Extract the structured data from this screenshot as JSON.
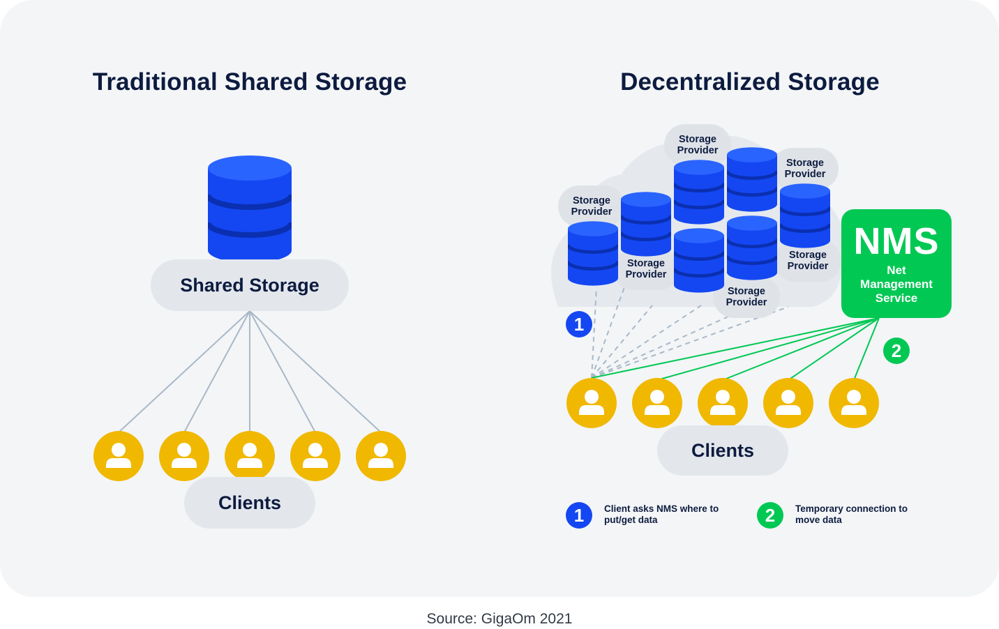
{
  "left": {
    "title": "Traditional Shared Storage",
    "storage_label": "Shared Storage",
    "clients_label": "Clients"
  },
  "right": {
    "title": "Decentralized Storage",
    "provider_label": "Storage Provider",
    "clients_label": "Clients",
    "nms": {
      "abbr": "NMS",
      "name": "Net Management Service"
    },
    "badge_1": "1",
    "badge_2": "2"
  },
  "legend": [
    {
      "number": "1",
      "text": "Client asks NMS where to put/get data",
      "color": "#1447f2"
    },
    {
      "number": "2",
      "text": "Temporary connection to move data",
      "color": "#00c853"
    }
  ],
  "source": "Source: GigaOm 2021",
  "colors": {
    "panel": "#f3f5f7",
    "db_blue": "#1447f2",
    "db_dark": "#0a2fb0",
    "client": "#f0b800",
    "nms_green": "#00c853",
    "line_gray": "#a9b8c8",
    "text_dark": "#0d1b3f"
  },
  "icons": [
    "database-icon",
    "user-icon",
    "cloud-shape"
  ]
}
